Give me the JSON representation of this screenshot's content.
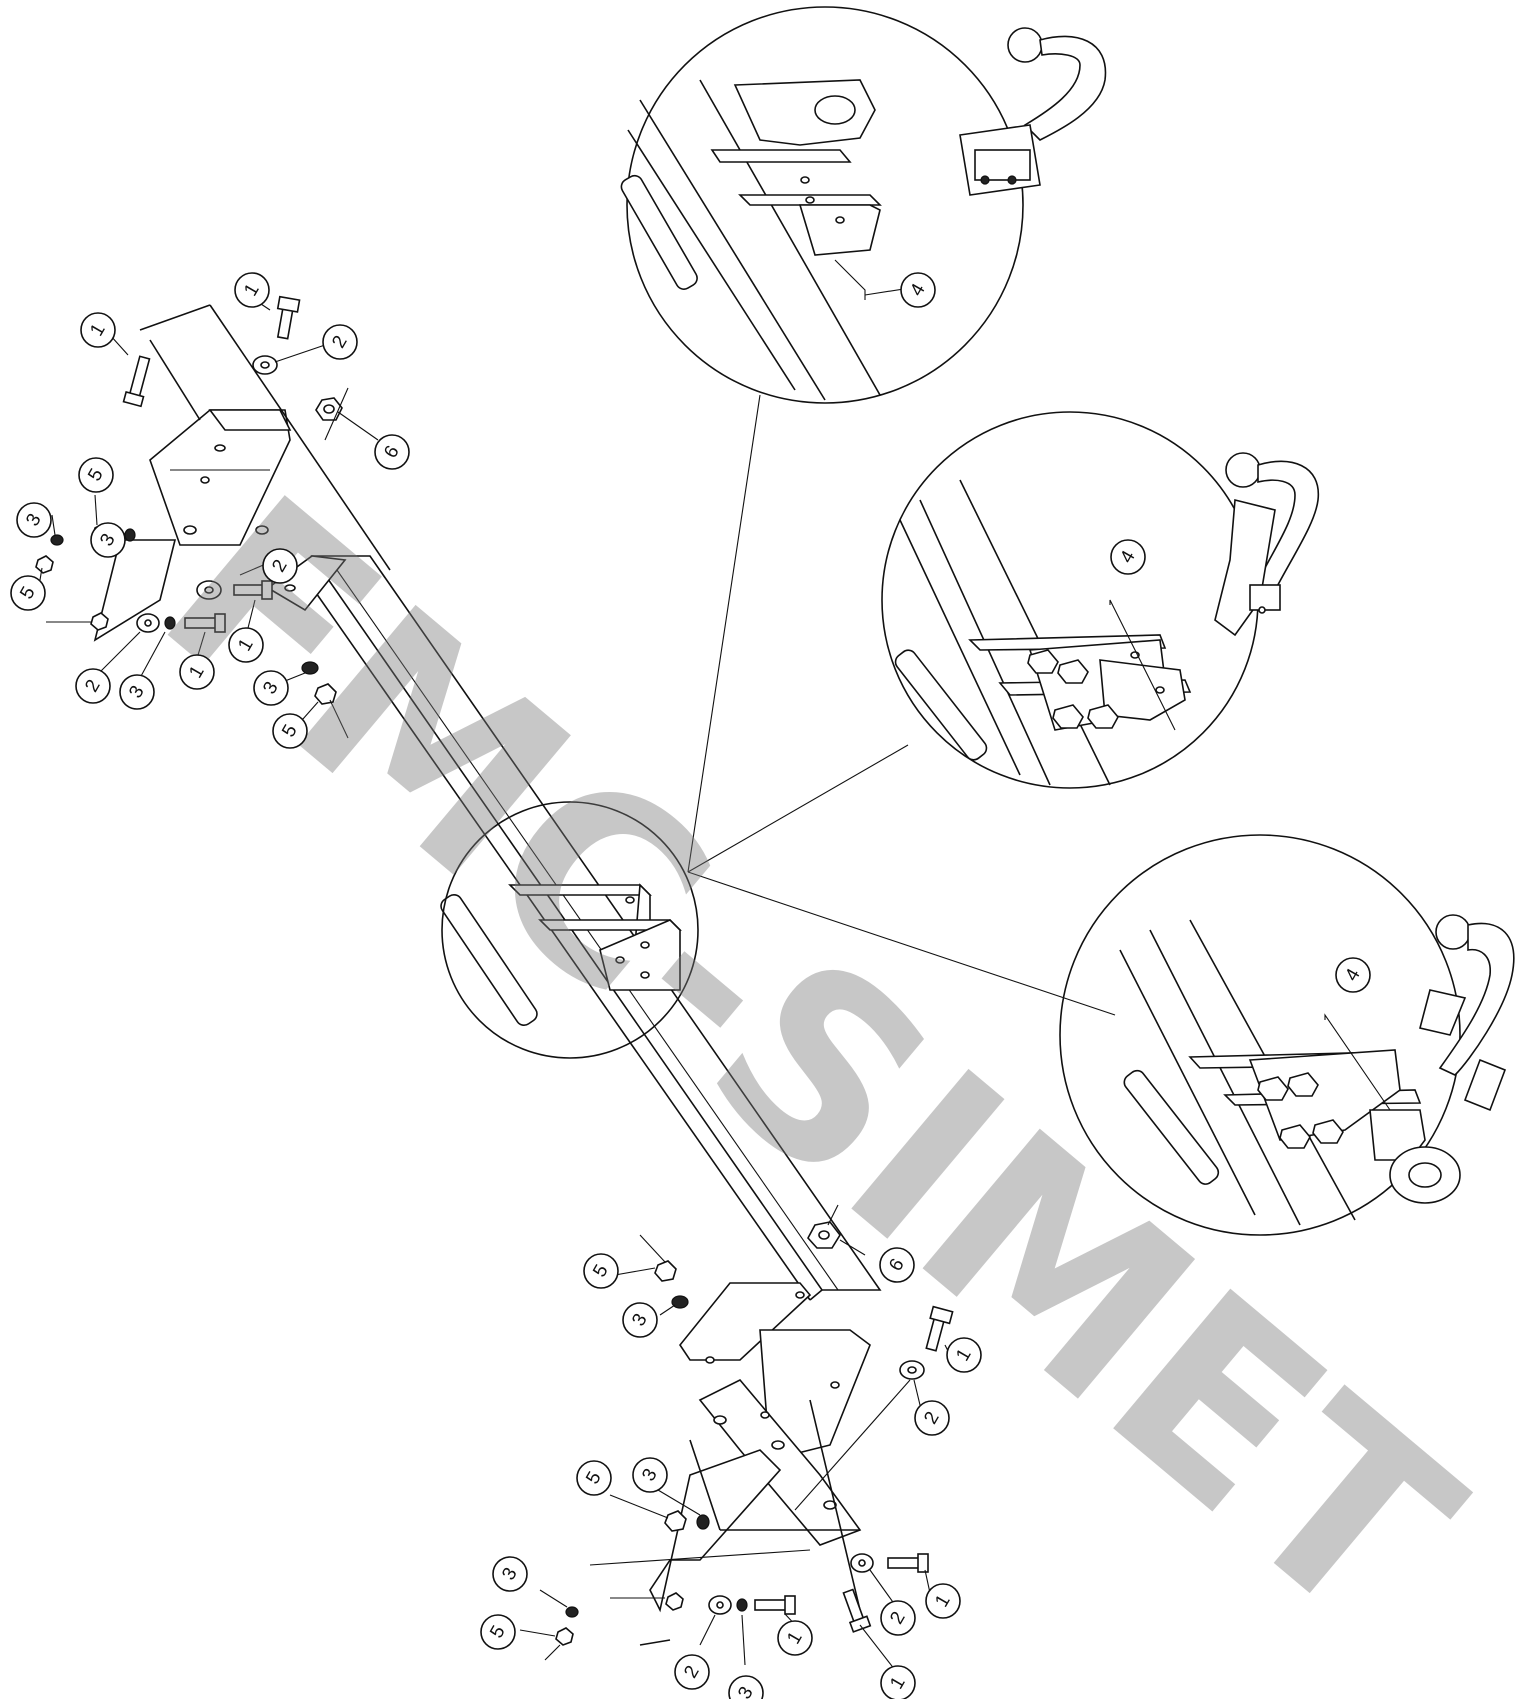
{
  "watermark": "FMC-SIMET",
  "callouts": [
    {
      "label": "1",
      "group": "left"
    },
    {
      "label": "1",
      "group": "left"
    },
    {
      "label": "2",
      "group": "left"
    },
    {
      "label": "6",
      "group": "left"
    },
    {
      "label": "5",
      "group": "left"
    },
    {
      "label": "3",
      "group": "left"
    },
    {
      "label": "3",
      "group": "left"
    },
    {
      "label": "5",
      "group": "left"
    },
    {
      "label": "2",
      "group": "left"
    },
    {
      "label": "1",
      "group": "left"
    },
    {
      "label": "2",
      "group": "left"
    },
    {
      "label": "3",
      "group": "left"
    },
    {
      "label": "1",
      "group": "left"
    },
    {
      "label": "3",
      "group": "left"
    },
    {
      "label": "5",
      "group": "left"
    },
    {
      "label": "4",
      "group": "detail-top"
    },
    {
      "label": "4",
      "group": "detail-middle"
    },
    {
      "label": "4",
      "group": "detail-bottom"
    },
    {
      "label": "5",
      "group": "right"
    },
    {
      "label": "6",
      "group": "right"
    },
    {
      "label": "3",
      "group": "right"
    },
    {
      "label": "1",
      "group": "right"
    },
    {
      "label": "2",
      "group": "right"
    },
    {
      "label": "5",
      "group": "right"
    },
    {
      "label": "3",
      "group": "right"
    },
    {
      "label": "1",
      "group": "right"
    },
    {
      "label": "3",
      "group": "right"
    },
    {
      "label": "2",
      "group": "right"
    },
    {
      "label": "5",
      "group": "right"
    },
    {
      "label": "1",
      "group": "right"
    },
    {
      "label": "2",
      "group": "right"
    },
    {
      "label": "3",
      "group": "right"
    },
    {
      "label": "1",
      "group": "right"
    }
  ]
}
